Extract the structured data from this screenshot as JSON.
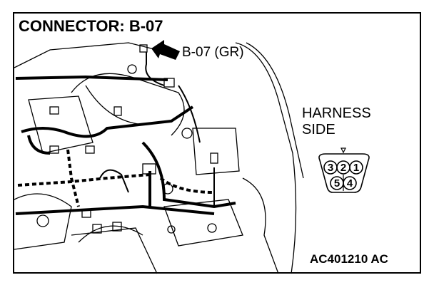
{
  "title": "CONNECTOR: B-07",
  "callout_label": "B-07 (GR)",
  "harness_side": {
    "line1": "HARNESS",
    "line2": "SIDE"
  },
  "connector_pins": [
    "3",
    "2",
    "1",
    "5",
    "4"
  ],
  "figure_code": "AC401210 AC"
}
